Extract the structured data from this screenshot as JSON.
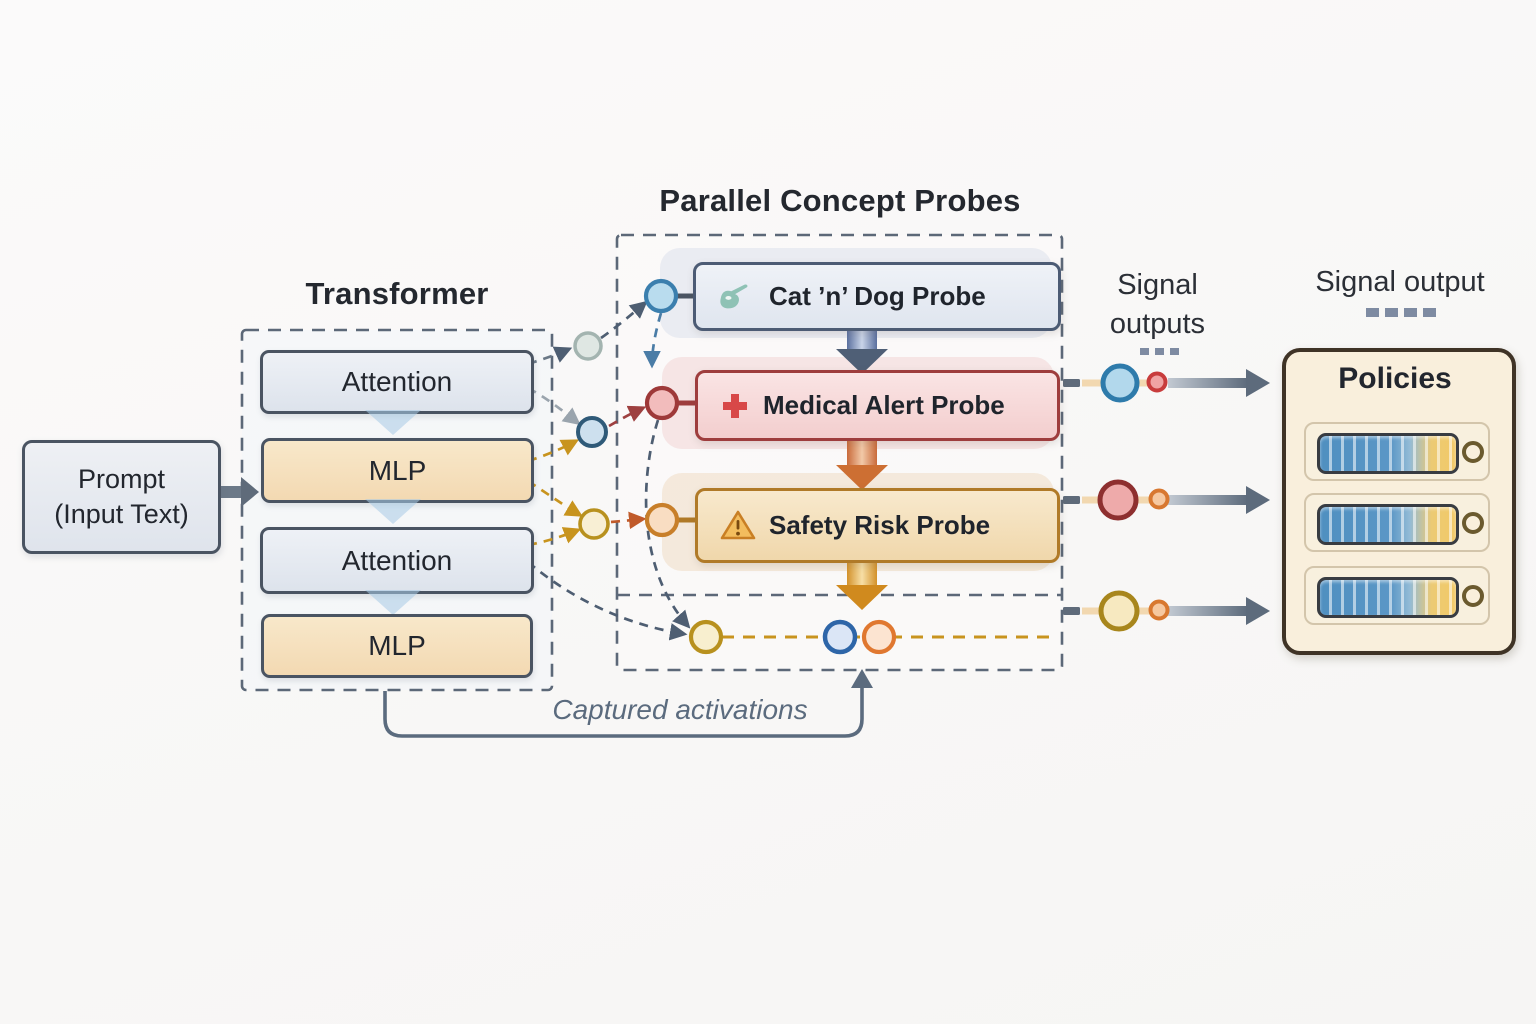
{
  "prompt": {
    "line1": "Prompt",
    "line2": "(Input Text)"
  },
  "transformer": {
    "title": "Transformer",
    "layers": [
      {
        "label": "Attention"
      },
      {
        "label": "MLP"
      },
      {
        "label": "Attention"
      },
      {
        "label": "MLP"
      }
    ]
  },
  "probes": {
    "title": "Parallel Concept Probes",
    "items": [
      {
        "label": "Cat ’n’ Dog Probe",
        "icon": "cat-icon",
        "border_color": "#4c5b74",
        "fill_color": "#e8ecf3"
      },
      {
        "label": "Medical Alert Probe",
        "icon": "medical-cross-icon",
        "border_color": "#9e3d3d",
        "fill_color": "#f8dcdc"
      },
      {
        "label": "Safety Risk Probe",
        "icon": "warning-triangle-icon",
        "border_color": "#b07a28",
        "fill_color": "#f5e3c2"
      }
    ]
  },
  "captured_activations_label": "Captured activations",
  "signal_outputs": {
    "label_line1": "Signal",
    "label_line2": "outputs",
    "rows": [
      {
        "big_circle_color": "#2e7bab",
        "small_circle_color": "#c83c3c"
      },
      {
        "big_circle_color": "#8e2f2f",
        "small_circle_color": "#d87830"
      },
      {
        "big_circle_color": "#a8861c",
        "small_circle_color": "#d87830"
      }
    ]
  },
  "signal_output_panel": {
    "label": "Signal output",
    "policies": {
      "title": "Policies",
      "row_count": 3
    }
  },
  "colors": {
    "background": "#faf9f8",
    "dashed_border": "#5c6878",
    "box_border_dark": "#4a5462",
    "attention_fill": "#e9edf3",
    "mlp_fill": "#f6e2c0",
    "activation_circle_gold": "#b8911e",
    "activation_circle_blue": "#2e66a8",
    "activation_circle_orange": "#e07830",
    "arrow_grey": "#5d6b7c",
    "policies_fill": "#f9efdc",
    "policies_border": "#3f3326",
    "captured_label_color": "#5b6b7e"
  }
}
